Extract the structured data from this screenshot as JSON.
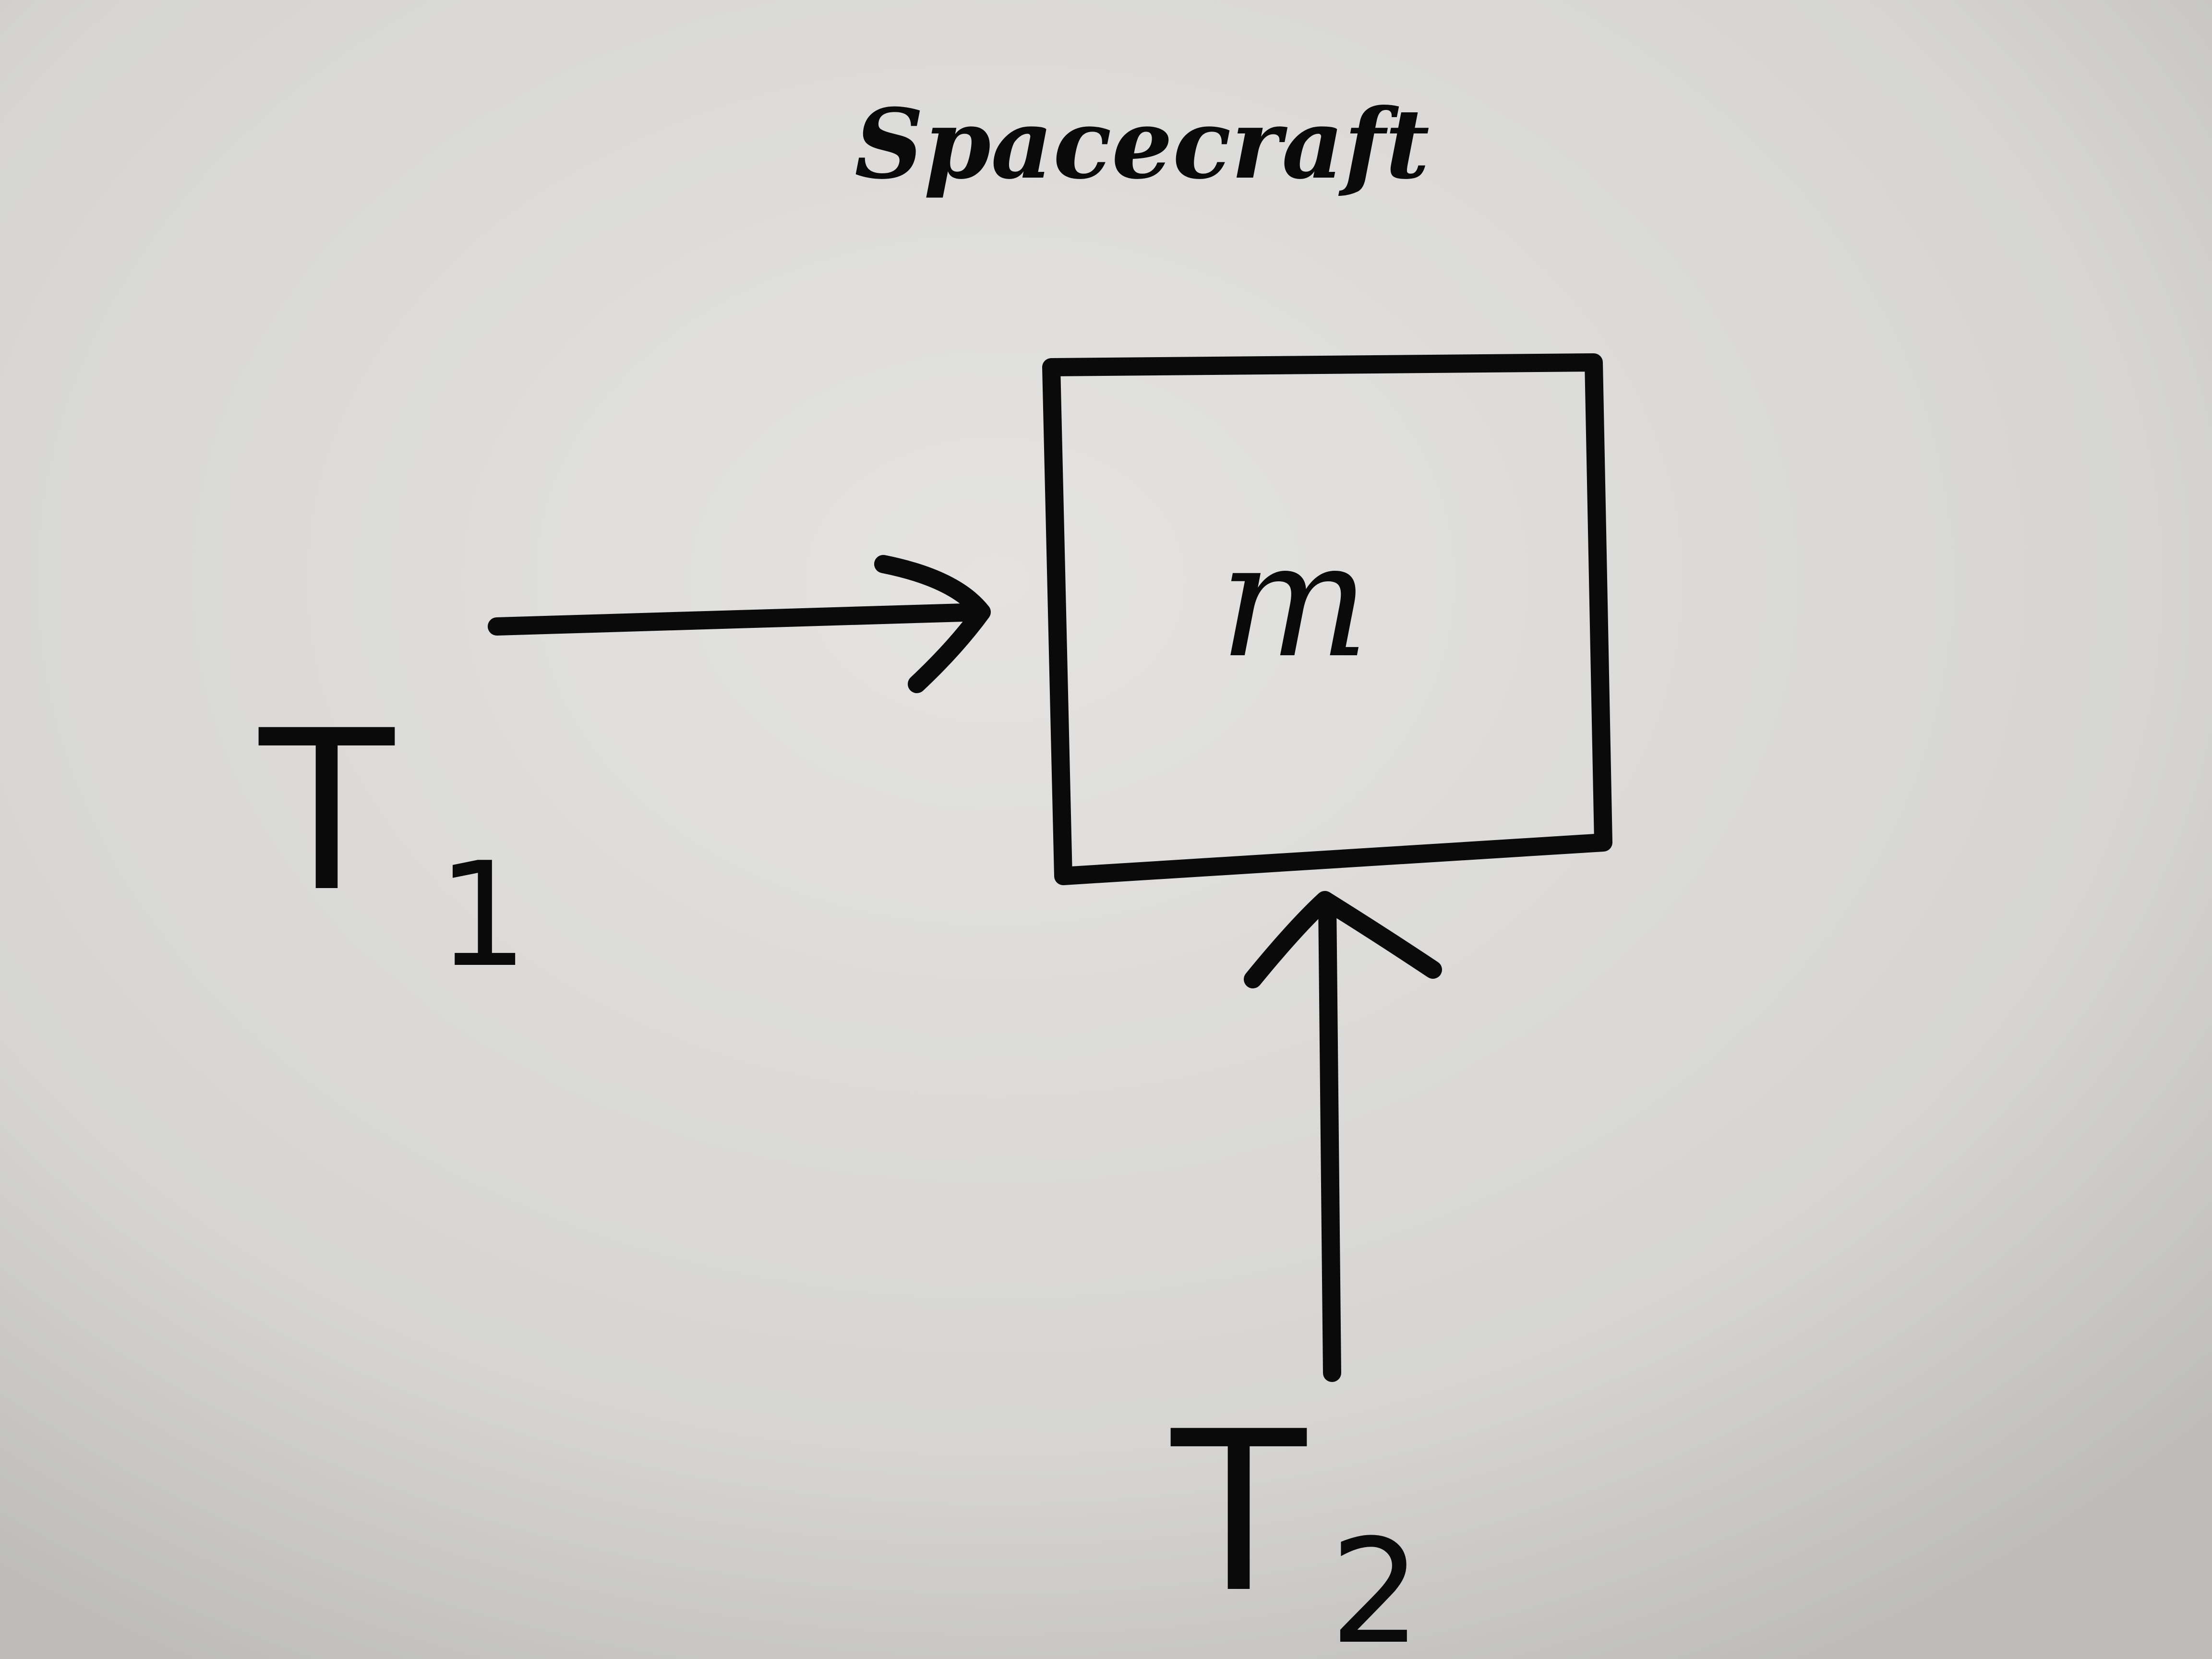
{
  "diagram": {
    "title": "Spacecraft",
    "mass_label": "m",
    "forces": [
      {
        "name": "T",
        "subscript": "1",
        "direction": "right"
      },
      {
        "name": "T",
        "subscript": "2",
        "direction": "up"
      }
    ]
  },
  "colors": {
    "paper": "#d9d8d6",
    "ink": "#0a0a0a"
  }
}
